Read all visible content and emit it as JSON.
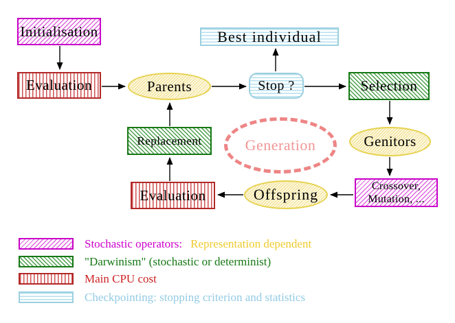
{
  "diagram": {
    "nodes": {
      "initialisation": "Initialisation",
      "evaluation_top": "Evaluation",
      "parents": "Parents",
      "best_individual": "Best individual",
      "stop": "Stop ?",
      "selection": "Selection",
      "replacement": "Replacement",
      "generation": "Generation",
      "genitors": "Genitors",
      "evaluation_bottom": "Evaluation",
      "offspring": "Offspring",
      "crossover_line1": "Crossover,",
      "crossover_line2": "Mutation, ..."
    },
    "legend": {
      "stochastic": "Stochastic operators:",
      "stochastic_note": "Representation dependent",
      "darwinism": "\"Darwinism\" (stochastic or determinist)",
      "cpu": "Main CPU cost",
      "checkpointing": "Checkpointing: stopping criterion and statistics"
    },
    "colors": {
      "magenta": "#cc00cc",
      "green": "#157815",
      "red": "#b22828",
      "cyan": "#9cd0e0",
      "gold": "#eecb2e",
      "salmon": "#ee8585",
      "arrow": "#000000"
    }
  }
}
